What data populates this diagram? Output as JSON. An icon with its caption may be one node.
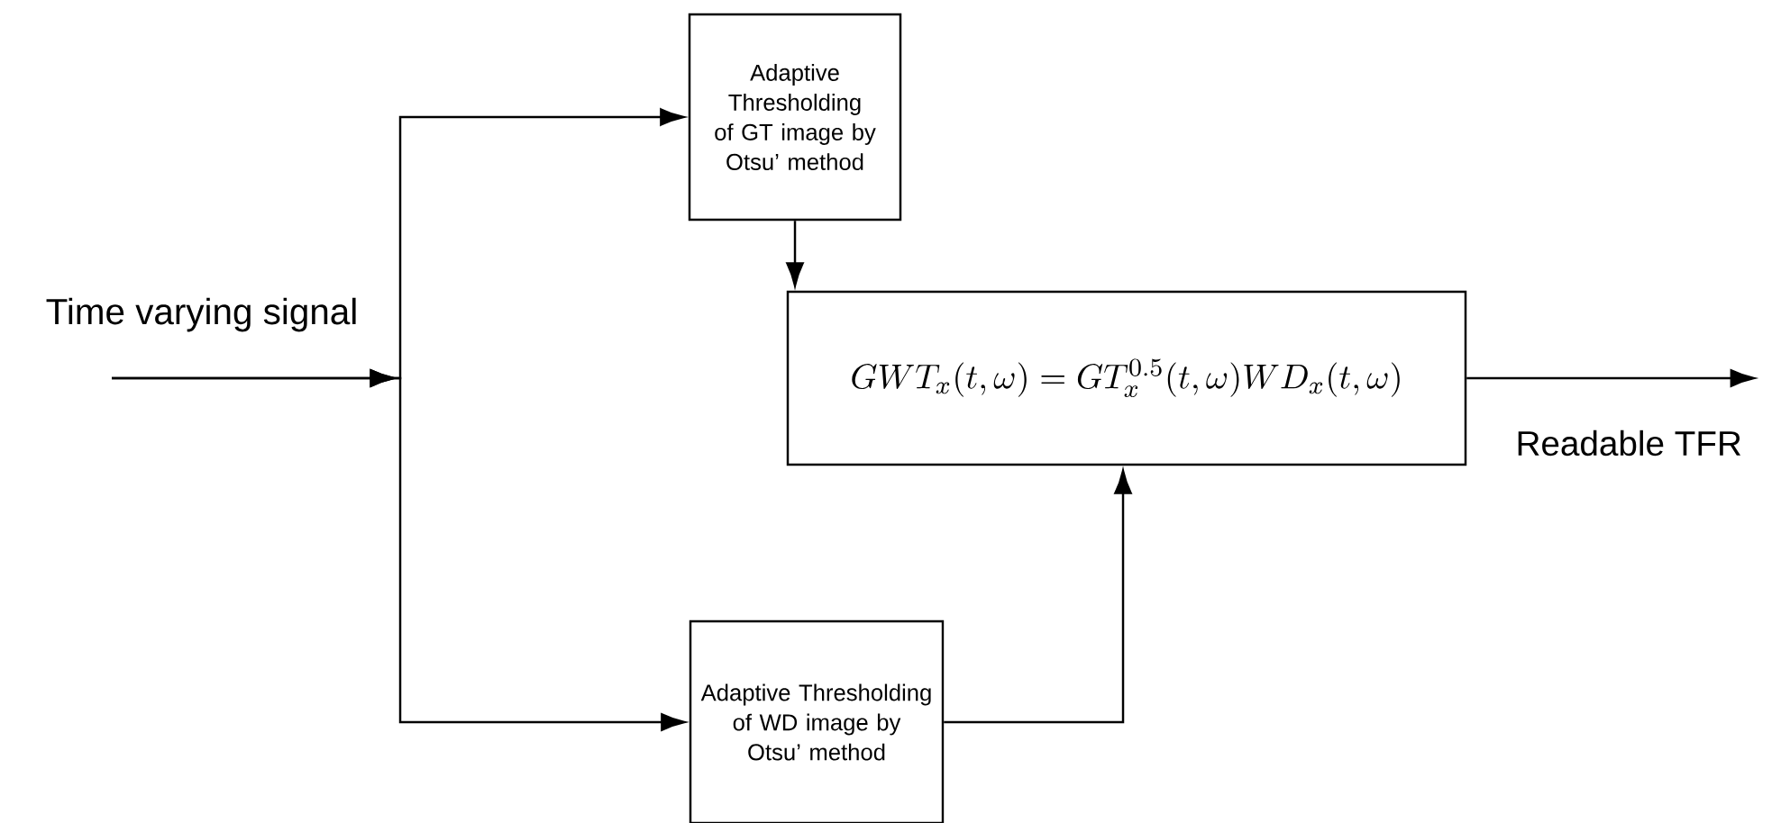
{
  "diagram": {
    "nodes": [
      {
        "text": [
          "Time varying signal"
        ]
      },
      {
        "text": [
          "Adaptive Thresholding of GT image by Otsu’ method"
        ]
      },
      {
        "text": [
          "Adaptive Thresholding of WD image by Otsu’ method"
        ]
      },
      {
        "text": [
          "GWT_{x}(t,\\omega) = GT_{x}^{0.5}(t,\\omega)WD_{x}(t,\\omega)"
        ]
      }
    ],
    "edges": [
      {
        "from": 0,
        "to": 1,
        "arrow": "to"
      },
      {
        "from": 0,
        "to": 2,
        "arrow": "to"
      },
      {
        "from": 1,
        "to": 3,
        "arrow": "to"
      },
      {
        "from": 2,
        "to": 3,
        "arrow": "to"
      },
      {
        "from": 3,
        "to": null,
        "arrow": "to",
        "label": "Readable TFR"
      }
    ]
  }
}
